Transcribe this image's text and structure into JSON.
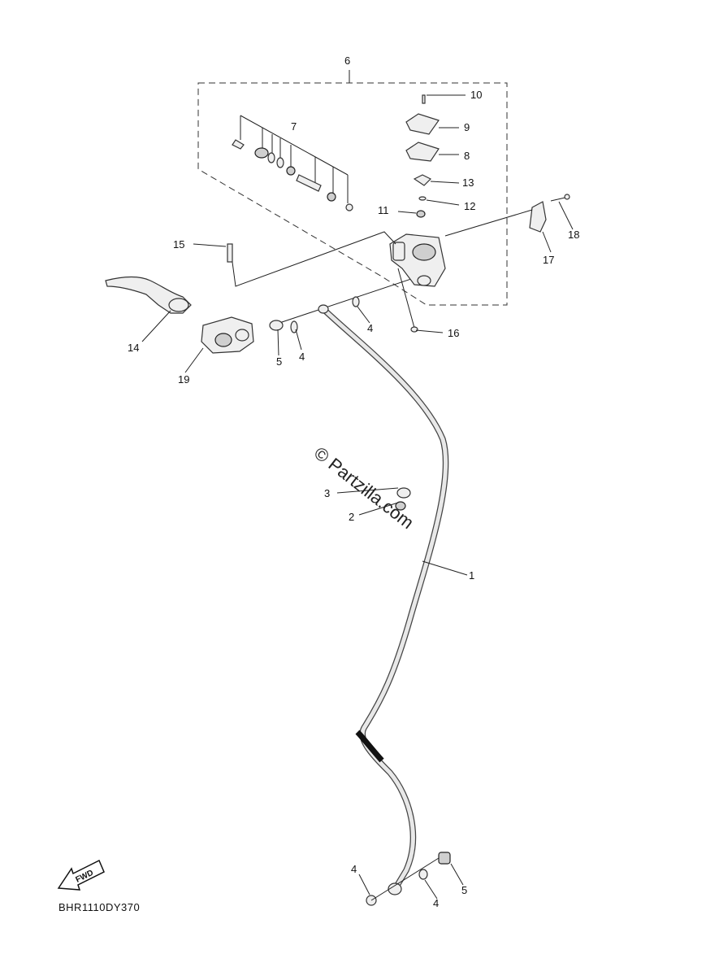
{
  "callouts": {
    "c1": "1",
    "c2": "2",
    "c3": "3",
    "c4a": "4",
    "c4b": "4",
    "c4c": "4",
    "c4d": "4",
    "c5a": "5",
    "c5b": "5",
    "c6": "6",
    "c7": "7",
    "c8": "8",
    "c9": "9",
    "c10": "10",
    "c11": "11",
    "c12": "12",
    "c13": "13",
    "c14": "14",
    "c15": "15",
    "c16": "16",
    "c17": "17",
    "c18": "18",
    "c19": "19"
  },
  "watermark": "© Partzilla.com",
  "diagram_code": "BHR1110DY370",
  "fwd_label": "FWD",
  "colors": {
    "line": "#333333",
    "background": "#ffffff"
  }
}
